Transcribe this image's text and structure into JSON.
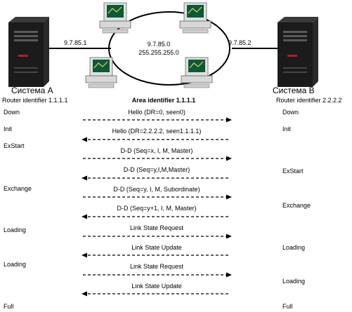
{
  "network": {
    "left_link_ip": "9.7.85.1",
    "ring_ip": "9.7.85.0",
    "ring_mask": "255.255.255.0",
    "right_link_ip": "9.7.85.2",
    "area_identifier": "Area identifier 1.1.1.1"
  },
  "system_a": {
    "name": "Система A",
    "router_id": "Router identifier 1.1.1.1"
  },
  "system_b": {
    "name": "Система B",
    "router_id": "Router identifier 2.2.2.2"
  },
  "states_a": [
    "Down",
    "Init",
    "ExStart",
    "Exchange",
    "Loading",
    "Loading",
    "Full"
  ],
  "states_b": [
    "Down",
    "Init",
    "ExStart",
    "Exchange",
    "Loading",
    "Loading",
    "Full"
  ],
  "messages": [
    {
      "label": "Hello (DR=0, seen0)",
      "direction": "right"
    },
    {
      "label": "Hello (DR=2.2.2.2, seen1.1.1.1)",
      "direction": "left"
    },
    {
      "label": "D-D (Seq=x, I, M, Master)",
      "direction": "right"
    },
    {
      "label": "D-D (Seq=y,I,M,Master)",
      "direction": "left"
    },
    {
      "label": "D-D (Seq=y, I, M, Subordinate)",
      "direction": "right"
    },
    {
      "label": "D-D (Seq=y+1, I, M, Master)",
      "direction": "left"
    },
    {
      "label": "Link State Request",
      "direction": "right"
    },
    {
      "label": "Link State Update",
      "direction": "left"
    },
    {
      "label": "Link State Request",
      "direction": "right"
    },
    {
      "label": "Link State Update",
      "direction": "left"
    }
  ],
  "colors": {
    "server_body": "#1b1b1b",
    "server_accent": "#b02020",
    "screen": "#0a5a3a",
    "monitor": "#e0e0e0"
  }
}
